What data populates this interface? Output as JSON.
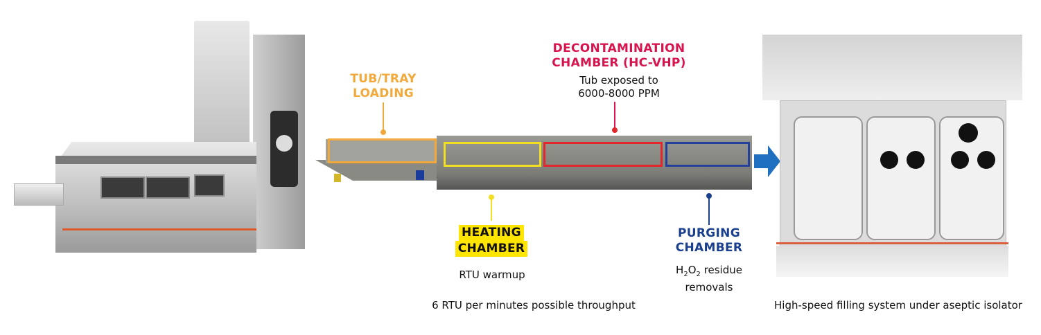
{
  "stages": {
    "loading": {
      "title_line1": "TUB/TRAY",
      "title_line2": "LOADING",
      "color": "#F2A93B"
    },
    "decontamination": {
      "title_line1": "DECONTAMINATION",
      "title_line2": "CHAMBER (HC-VHP)",
      "desc_line1": "Tub exposed to",
      "desc_line2": "6000-8000 PPM",
      "color": "#D7144E"
    },
    "heating": {
      "title_line1": "HEATING",
      "title_line2": "CHAMBER",
      "desc": "RTU warmup",
      "color": "#FFE500"
    },
    "purging": {
      "title_line1": "PURGING",
      "title_line2": "CHAMBER",
      "desc_h": "H",
      "desc_sub1": "2",
      "desc_o": "O",
      "desc_sub2": "2",
      "desc_rest": " residue",
      "desc_line2": "removals",
      "color": "#1B3F8F"
    }
  },
  "throughput": "6 RTU per minutes possible throughput",
  "isolator_caption": "High-speed filling system under aseptic isolator",
  "flow_arrow_color": "#1F6FC0"
}
